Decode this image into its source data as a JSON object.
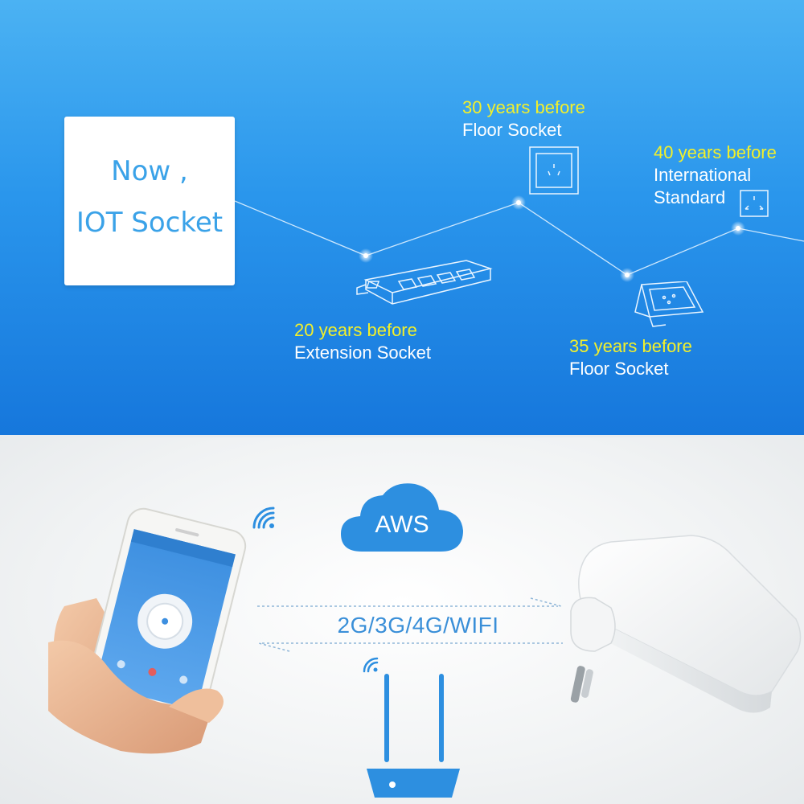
{
  "top": {
    "now_card": {
      "line1": "Now ,",
      "line2": "IOT Socket"
    },
    "milestones": [
      {
        "years": "20 years before",
        "label": "Extension Socket",
        "icon": "extension-socket-icon"
      },
      {
        "years": "30 years before",
        "label": "Floor Socket",
        "icon": "wall-socket-icon"
      },
      {
        "years": "35 years before",
        "label": "Floor Socket",
        "icon": "floor-socket-icon"
      },
      {
        "years": "40 years before",
        "label_line1": "International",
        "label_line2": "Standard",
        "icon": "international-socket-icon"
      }
    ]
  },
  "bottom": {
    "cloud_label": "AWS",
    "network_label": "2G/3G/4G/WIFI"
  },
  "colors": {
    "accent_blue": "#2a96ec",
    "highlight_yellow": "#f3f02a",
    "cloud_blue": "#2d8fe0"
  }
}
